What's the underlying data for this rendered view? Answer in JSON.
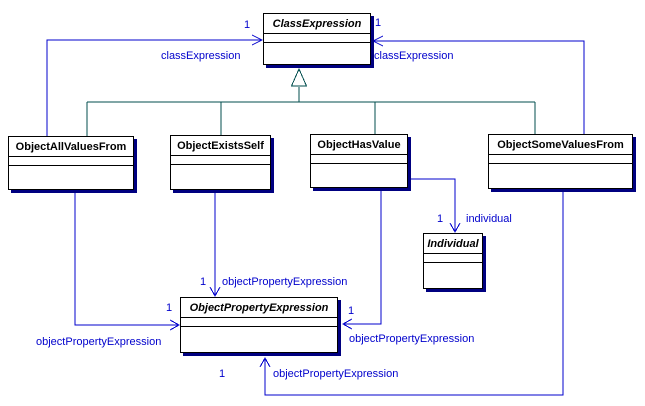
{
  "diagram": {
    "kind": "uml-class-diagram",
    "classes": [
      {
        "name": "ClassExpression",
        "abstract": true
      },
      {
        "name": "ObjectAllValuesFrom",
        "abstract": false
      },
      {
        "name": "ObjectExistsSelf",
        "abstract": false
      },
      {
        "name": "ObjectHasValue",
        "abstract": false
      },
      {
        "name": "ObjectSomeValuesFrom",
        "abstract": false
      },
      {
        "name": "Individual",
        "abstract": true
      },
      {
        "name": "ObjectPropertyExpression",
        "abstract": true
      }
    ],
    "generalizations": [
      {
        "from": "ObjectAllValuesFrom",
        "to": "ClassExpression"
      },
      {
        "from": "ObjectExistsSelf",
        "to": "ClassExpression"
      },
      {
        "from": "ObjectHasValue",
        "to": "ClassExpression"
      },
      {
        "from": "ObjectSomeValuesFrom",
        "to": "ClassExpression"
      }
    ],
    "associations": [
      {
        "from": "ObjectAllValuesFrom",
        "to": "ClassExpression",
        "role": "classExpression",
        "multiplicity": "1"
      },
      {
        "from": "ObjectSomeValuesFrom",
        "to": "ClassExpression",
        "role": "classExpression",
        "multiplicity": "1"
      },
      {
        "from": "ObjectExistsSelf",
        "to": "ObjectPropertyExpression",
        "role": "objectPropertyExpression",
        "multiplicity": "1"
      },
      {
        "from": "ObjectAllValuesFrom",
        "to": "ObjectPropertyExpression",
        "role": "objectPropertyExpression",
        "multiplicity": "1"
      },
      {
        "from": "ObjectHasValue",
        "to": "ObjectPropertyExpression",
        "role": "objectPropertyExpression",
        "multiplicity": "1"
      },
      {
        "from": "ObjectSomeValuesFrom",
        "to": "ObjectPropertyExpression",
        "role": "objectPropertyExpression",
        "multiplicity": "1"
      },
      {
        "from": "ObjectHasValue",
        "to": "Individual",
        "role": "individual",
        "multiplicity": "1"
      }
    ]
  },
  "colors": {
    "association": "#0000CC",
    "generalization": "#004D4D",
    "box_border": "#000000",
    "box_fill": "#FFFFFF",
    "shadow": "#000080",
    "label_text": "#0000CC",
    "title_text": "#000000",
    "background": "#FFFFFF"
  }
}
